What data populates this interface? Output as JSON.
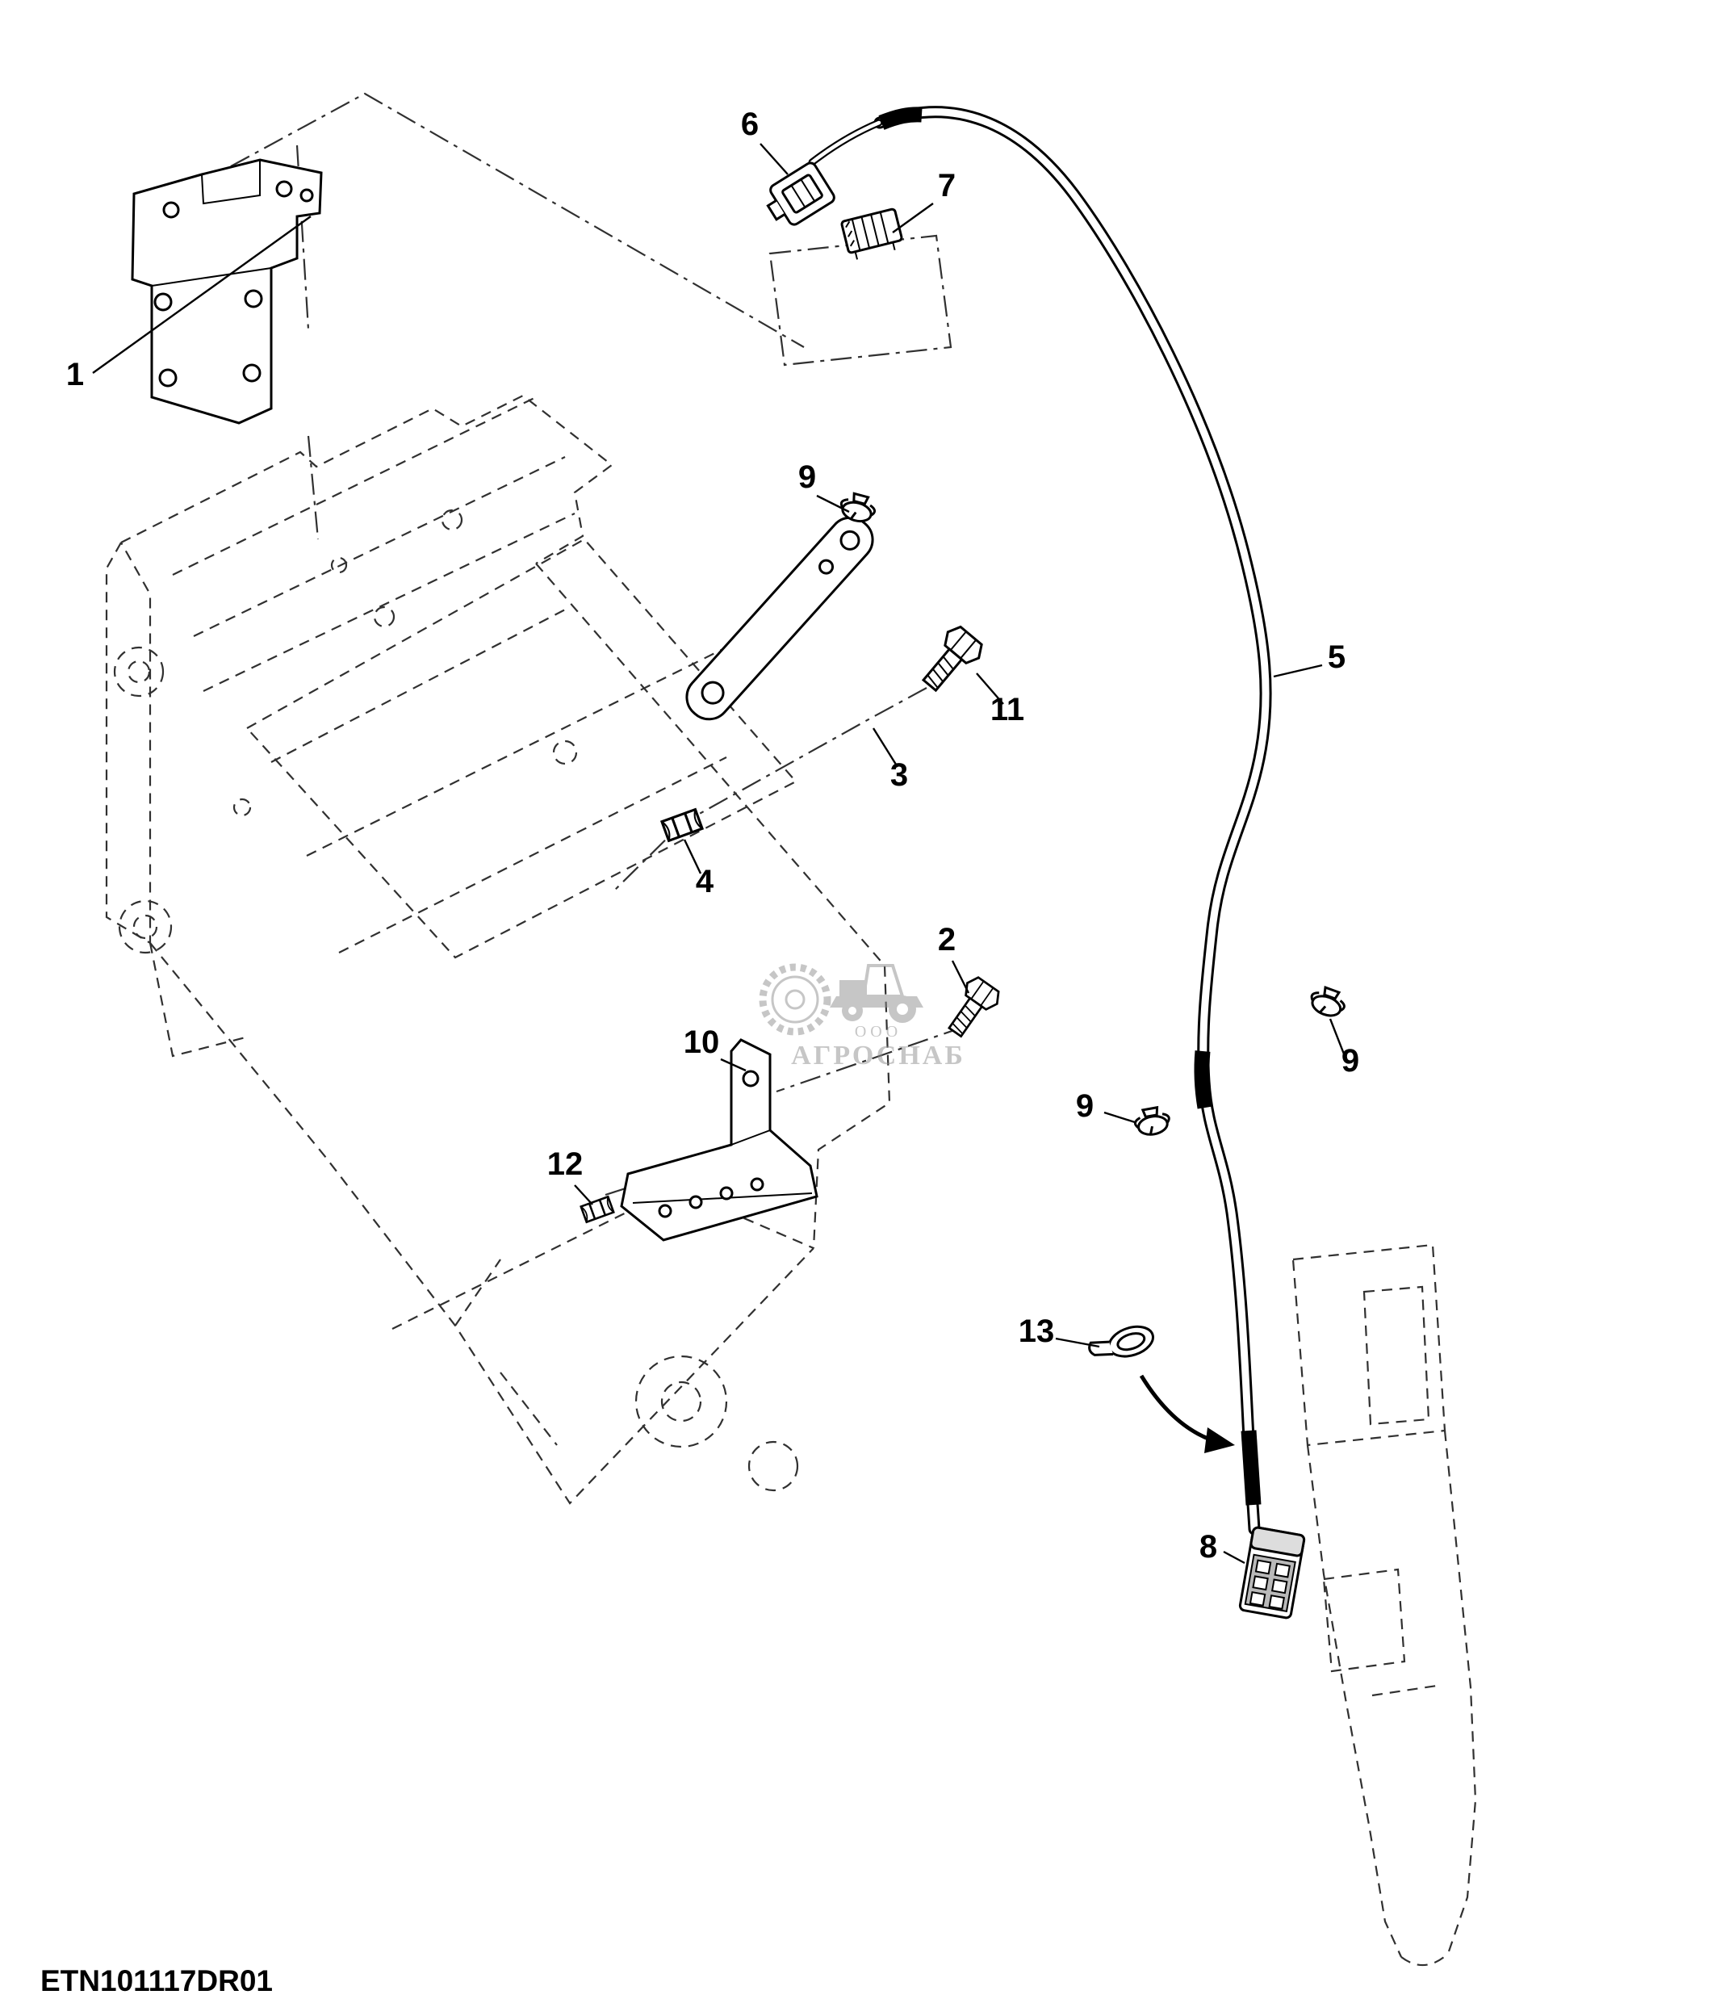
{
  "page": {
    "background": "#ffffff",
    "line_color": "#000000",
    "phantom_line_color": "#303030"
  },
  "footer": {
    "drawing_code": "ETN101117DR01"
  },
  "watermark": {
    "org_type": "ООО",
    "name": "АГРОСНАБ",
    "color": "#8f8f8f"
  },
  "callouts": {
    "c1": "1",
    "c2": "2",
    "c3": "3",
    "c4": "4",
    "c5": "5",
    "c6": "6",
    "c7": "7",
    "c8": "8",
    "c9a": "9",
    "c9b": "9",
    "c9c": "9",
    "c10": "10",
    "c11": "11",
    "c12": "12",
    "c13": "13"
  }
}
